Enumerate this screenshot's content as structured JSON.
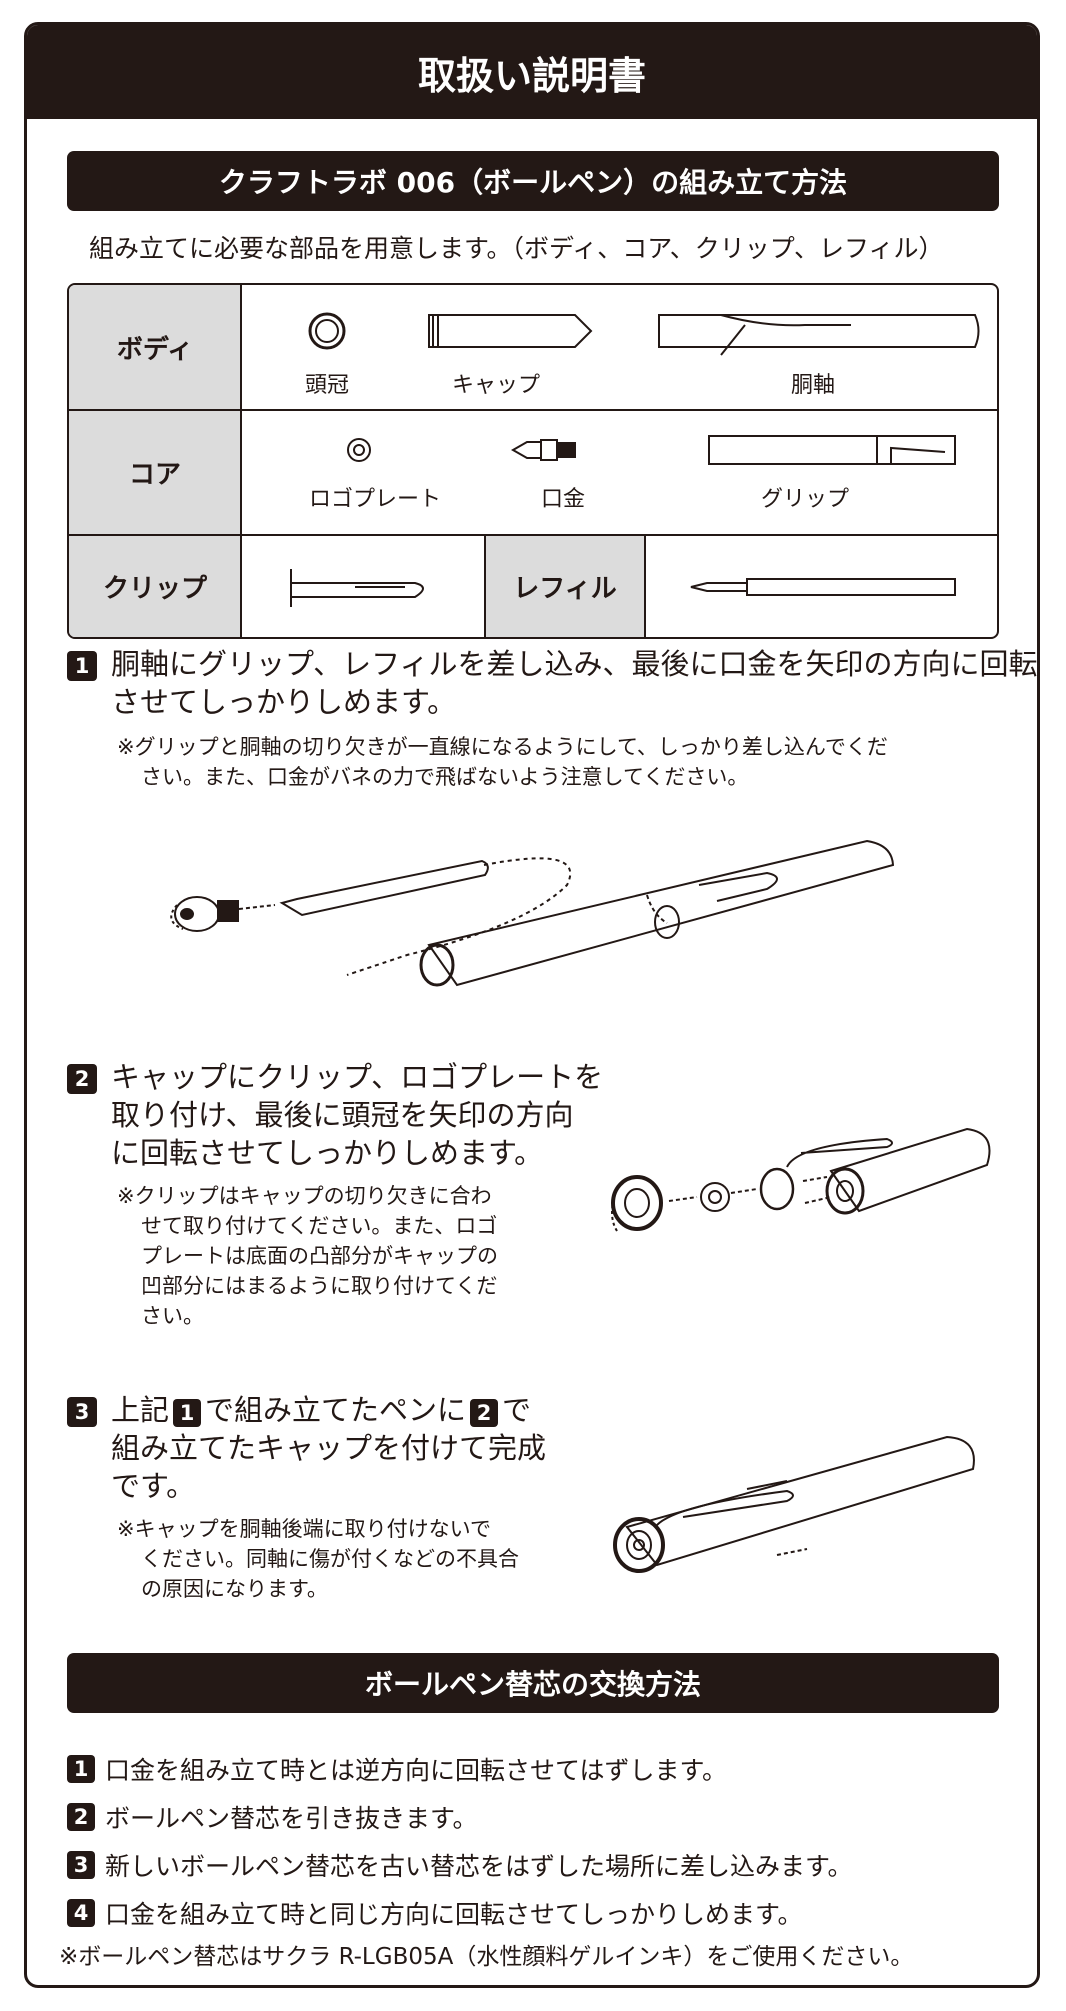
{
  "title": "取扱い説明書",
  "assembly": {
    "heading": "クラフトラボ 006（ボールペン）の組み立て方法",
    "intro": "組み立てに必要な部品を用意します。（ボディ、コア、クリップ、レフィル）",
    "parts": {
      "body": {
        "label": "ボディ",
        "items": [
          "頭冠",
          "キャップ",
          "胴軸"
        ]
      },
      "core": {
        "label": "コア",
        "items": [
          "ロゴプレート",
          "口金",
          "グリップ"
        ]
      },
      "clip": {
        "label": "クリップ"
      },
      "refill": {
        "label": "レフィル"
      }
    },
    "steps": [
      {
        "number": "1",
        "text": [
          "胴軸にグリップ、レフィルを差し込み、最後に口金を矢印の方向に回転",
          "させてしっかりしめます。"
        ],
        "note": [
          "※グリップと胴軸の切り欠きが一直線になるようにして、しっかり差し込んでくだ",
          "さい。また、口金がバネの力で飛ばないよう注意してください。"
        ]
      },
      {
        "number": "2",
        "text": [
          "キャップにクリップ、ロゴプレートを",
          "取り付け、最後に頭冠を矢印の方向",
          "に回転させてしっかりしめます。"
        ],
        "note": [
          "※クリップはキャップの切り欠きに合わ",
          "せて取り付けてください。また、ロゴ",
          "プレートは底面の凸部分がキャップの",
          "凹部分にはまるように取り付けてくだ",
          "さい。"
        ]
      },
      {
        "number": "3",
        "text_a": "上記",
        "ref1": "1",
        "text_b": "で組み立てたペンに",
        "ref2": "2",
        "text_c": "で",
        "text_rest": [
          "組み立てたキャップを付けて完成",
          "です。"
        ],
        "note": [
          "※キャップを胴軸後端に取り付けないで",
          "ください。同軸に傷が付くなどの不具合",
          "の原因になります。"
        ]
      }
    ]
  },
  "replacement": {
    "heading": "ボールペン替芯の交換方法",
    "steps": [
      {
        "number": "1",
        "text": "口金を組み立て時とは逆方向に回転させてはずします。"
      },
      {
        "number": "2",
        "text": "ボールペン替芯を引き抜きます。"
      },
      {
        "number": "3",
        "text": "新しいボールペン替芯を古い替芯をはずした場所に差し込みます。"
      },
      {
        "number": "4",
        "text": "口金を組み立て時と同じ方向に回転させてしっかりしめます。"
      }
    ],
    "note": "※ボールペン替芯はサクラ R-LGB05A（水性顔料ゲルインキ）をご使用ください。"
  }
}
